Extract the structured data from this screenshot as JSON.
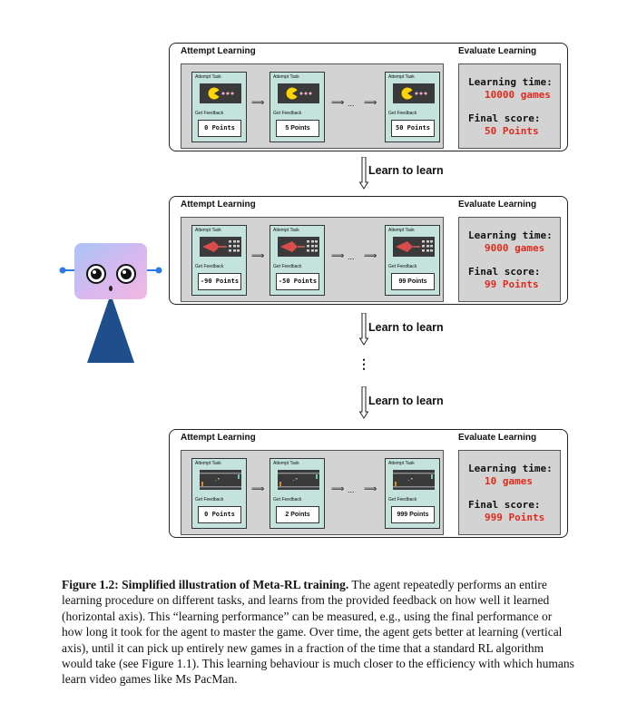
{
  "panels": [
    {
      "attempt_title": "Attempt Learning",
      "evaluate_title": "Evaluate Learning",
      "game": "pacman",
      "cards": [
        {
          "task": "Attempt Task",
          "feedback": "Get Feedback",
          "points": "0 Points"
        },
        {
          "task": "Attempt Task",
          "feedback": "Get Feedback",
          "points": "5 Points"
        },
        {
          "task": "Attempt Task",
          "feedback": "Get Feedback",
          "points": "50 Points"
        }
      ],
      "learning_time_label": "Learning time:",
      "learning_time_value": "10000 games",
      "final_score_label": "Final score:",
      "final_score_value": "50 Points"
    },
    {
      "attempt_title": "Attempt Learning",
      "evaluate_title": "Evaluate Learning",
      "game": "space-invaders",
      "cards": [
        {
          "task": "Attempt Task",
          "feedback": "Get Feedback",
          "points": "-90 Points"
        },
        {
          "task": "Attempt Task",
          "feedback": "Get Feedback",
          "points": "-50 Points"
        },
        {
          "task": "Attempt Task",
          "feedback": "Get Feedback",
          "points": "99 Points"
        }
      ],
      "learning_time_label": "Learning time:",
      "learning_time_value": "9000 games",
      "final_score_label": "Final score:",
      "final_score_value": "99 Points"
    },
    {
      "attempt_title": "Attempt Learning",
      "evaluate_title": "Evaluate Learning",
      "game": "pong",
      "cards": [
        {
          "task": "Attempt Task",
          "feedback": "Get Feedback",
          "points": "0 Points"
        },
        {
          "task": "Attempt Task",
          "feedback": "Get Feedback",
          "points": "2 Points"
        },
        {
          "task": "Attempt Task",
          "feedback": "Get Feedback",
          "points": "999 Points"
        }
      ],
      "learning_time_label": "Learning time:",
      "learning_time_value": "10 games",
      "final_score_label": "Final score:",
      "final_score_value": "999 Points"
    }
  ],
  "learn_to_learn": [
    "Learn to learn",
    "Learn to learn",
    "Learn to learn"
  ],
  "ellipsis": "...",
  "vertical_ellipsis": "⋮",
  "arrow_glyph": "⟹",
  "caption": {
    "label": "Figure 1.2: Simplified illustration of Meta-RL training.",
    "text": " The agent repeatedly performs an entire learning procedure on different tasks, and learns from the provided feedback on how well it learned (horizontal axis). This “learning performance” can be measured, e.g., using the final performance or how long it took for the agent to master the game. Over time, the agent gets better at learning (vertical axis), until it can pick up entirely new games in a fraction of the time that a standard RL algorithm would take (see Figure 1.1). This learning behaviour is much closer to the efficiency with which humans learn video games like Ms PacMan."
  },
  "colors": {
    "card_fill": "#c5e3dd",
    "area_fill": "#d3d3d3",
    "value_red": "#e02a1c",
    "robot_head": "#c9c2f0",
    "robot_body": "#1f4e8c"
  }
}
